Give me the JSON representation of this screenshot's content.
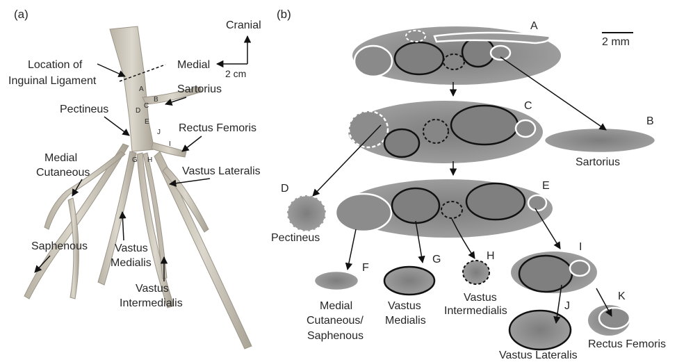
{
  "panel_a": {
    "panel_label": "(a)",
    "orientation": {
      "cranial": "Cranial",
      "medial": "Medial",
      "scale": "2 cm"
    },
    "ligament_label_line1": "Location of",
    "ligament_label_line2": "Inguinal Ligament",
    "sartorius": "Sartorius",
    "pectineus": "Pectineus",
    "rectus_femoris": "Rectus Femoris",
    "vastus_lateralis": "Vastus Lateralis",
    "medial_cutaneous_line1": "Medial",
    "medial_cutaneous_line2": "Cutaneous",
    "saphenous": "Saphenous",
    "vastus_medialis_line1": "Vastus",
    "vastus_medialis_line2": "Medialis",
    "vastus_intermedialis_line1": "Vastus",
    "vastus_intermedialis_line2": "Intermedialis",
    "markers": [
      "A",
      "B",
      "C",
      "D",
      "E",
      "G",
      "H",
      "I",
      "J"
    ]
  },
  "panel_b": {
    "panel_label": "(b)",
    "scale_label": "2 mm",
    "section_letters": {
      "A": "A",
      "B": "B",
      "C": "C",
      "D": "D",
      "E": "E",
      "F": "F",
      "G": "G",
      "H": "H",
      "I": "I",
      "J": "J",
      "K": "K"
    },
    "sartorius": "Sartorius",
    "pectineus": "Pectineus",
    "medial_cutaneous_line1": "Medial",
    "medial_cutaneous_line2": "Cutaneous/",
    "medial_cutaneous_line3": "Saphenous",
    "vastus_medialis_line1": "Vastus",
    "vastus_medialis_line2": "Medialis",
    "vastus_intermedialis_line1": "Vastus",
    "vastus_intermedialis_line2": "Intermedialis",
    "vastus_lateralis": "Vastus Lateralis",
    "rectus_femoris": "Rectus Femoris"
  },
  "colors": {
    "tissue_dark": "#6f6f6f",
    "tissue_mid": "#8c8c8c",
    "tissue_light": "#b5b5b5",
    "nerve_photo": "#c9c4b8",
    "outline_black": "#111111",
    "outline_white": "#ffffff",
    "text": "#262626"
  }
}
